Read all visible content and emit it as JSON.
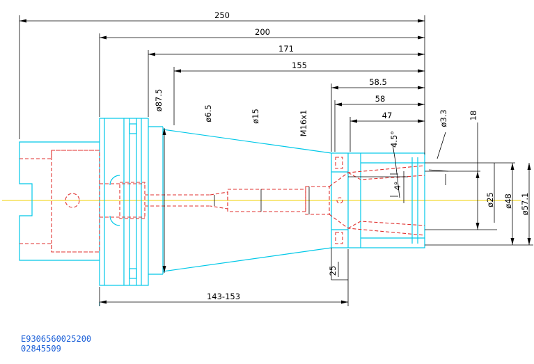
{
  "dimensions": {
    "length_250": "250",
    "length_200": "200",
    "length_171": "171",
    "length_155": "155",
    "length_58_5": "58.5",
    "length_58": "58",
    "length_47": "47",
    "length_143_153": "143-153",
    "length_25": "25",
    "dia_87_5": "ø87.5",
    "dia_6_5": "ø6.5",
    "dia_15": "ø15",
    "thread_m16": "M16x1",
    "dia_3_3": "ø3.3",
    "dim_18": "18",
    "angle_4_5": "4.5°",
    "angle_4": "4°",
    "dia_25": "ø25",
    "dia_48": "ø48",
    "dia_57_1": "ø57.1"
  },
  "part_info": {
    "code_1": "E9306560025200",
    "code_2": "02845509"
  },
  "colors": {
    "outline": "#00c8e8",
    "hidden": "#e0312f",
    "centerline": "#f0d000",
    "dimension": "#000000",
    "part_code": "#1a5fd8"
  }
}
